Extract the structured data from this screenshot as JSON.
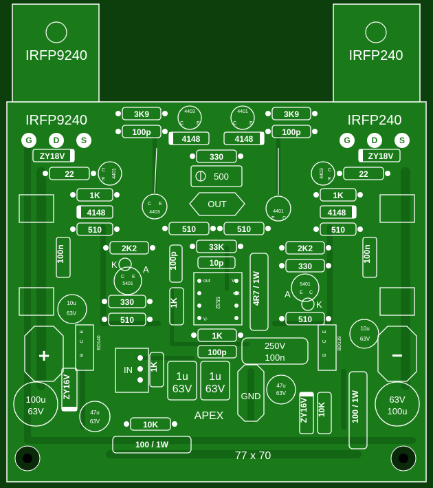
{
  "transistors": {
    "left_power": "IRFP9240",
    "right_power": "IRFP240",
    "left_board": "IRFP9240",
    "right_board": "IRFP240",
    "gdc_left": [
      "G",
      "D",
      "S"
    ],
    "gdc_right": [
      "G",
      "D",
      "S"
    ],
    "q4403": "4403",
    "q4401": "4401",
    "q5401": "5401",
    "bd140": "BD140",
    "bd139": "BD139"
  },
  "pins": {
    "c": "C",
    "e": "E",
    "b": "B",
    "k": "K",
    "a": "A"
  },
  "resistors": {
    "r_3k9": "3K9",
    "r_22": "22",
    "r_1k": "1K",
    "r_510": "510",
    "r_2k2": "2K2",
    "r_330": "330",
    "r_33k": "33K",
    "r_10k": "10K",
    "r_4r7": "4R7 / 1W",
    "r_100_1w": "100 / 1W",
    "r_100n": "100n"
  },
  "capacitors": {
    "c_100p": "100p",
    "c_10p": "10p",
    "c_10u": "10u",
    "c_63v": "63V",
    "c_1u": "1u",
    "c_100u": "100u",
    "c_47u": "47u",
    "c_250v": "250V",
    "c_100n": "100n"
  },
  "diodes": {
    "d_4148": "4148",
    "zener": "ZY18V",
    "zener16": "ZY16V"
  },
  "misc": {
    "trim_500": "500",
    "out": "OUT",
    "opamp": "5532",
    "in": "IN",
    "gnd": "GND",
    "apex": "APEX",
    "size": "77 x 70",
    "plus": "+",
    "minus": "−",
    "out_pin": "out",
    "vplus": "V+",
    "vminus": "V-"
  },
  "colors": {
    "board": "#1a7a1a",
    "copper": "#136613",
    "silk": "#ffffff",
    "tab": "#1a7a1a"
  }
}
